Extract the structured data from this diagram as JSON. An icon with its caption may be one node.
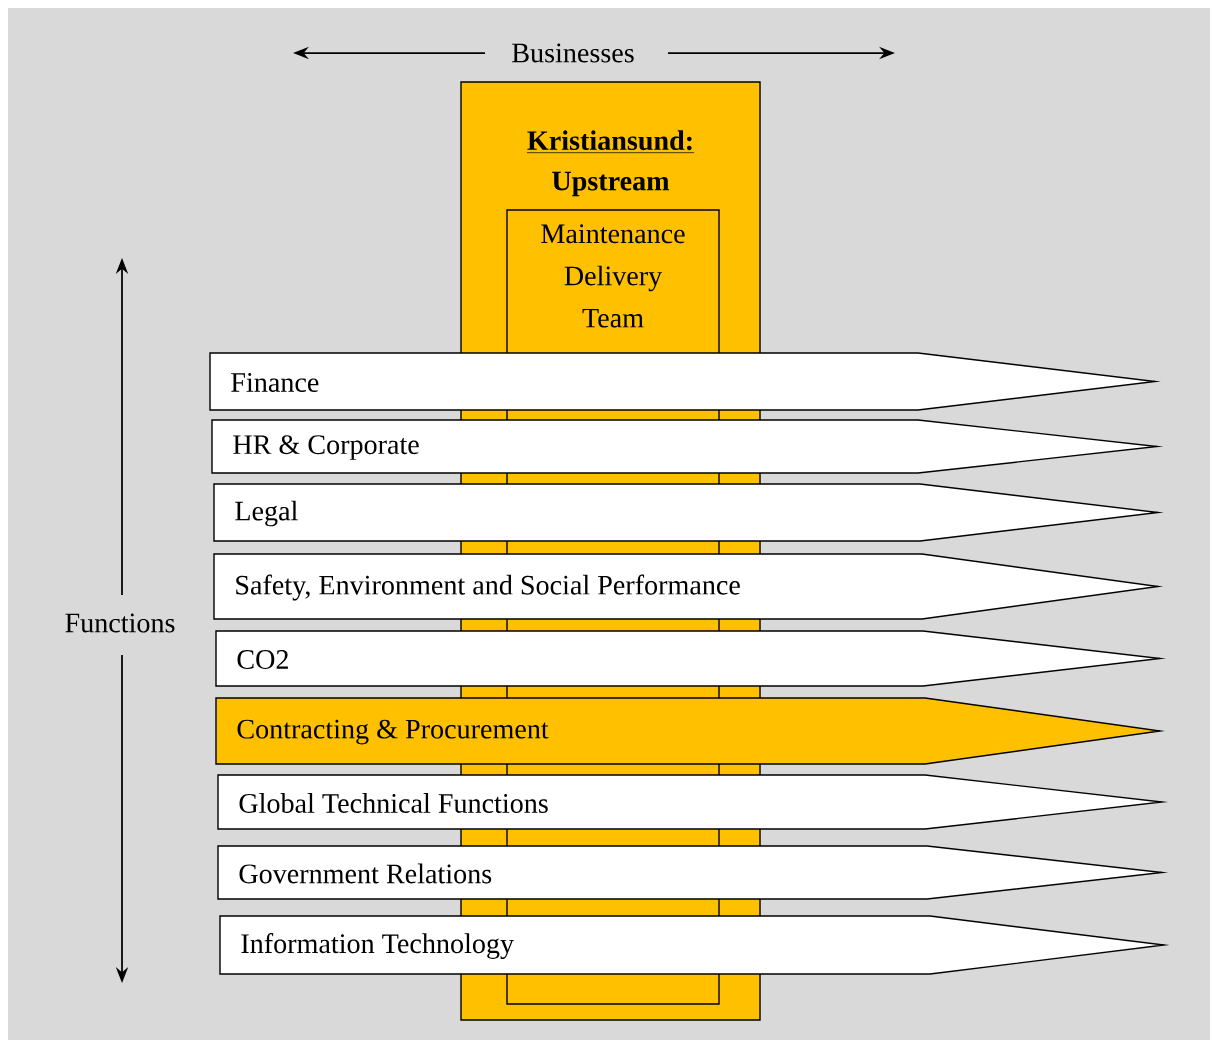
{
  "diagram": {
    "nodes": [
      {
        "text": [
          "Kristiansund:",
          "Upstream"
        ]
      },
      {
        "text": [
          "Maintenance Delivery Team"
        ],
        "in": 0
      },
      {
        "text": [
          "Finance"
        ]
      },
      {
        "text": [
          "HR & Corporate"
        ]
      },
      {
        "text": [
          "Legal"
        ]
      },
      {
        "text": [
          "Safety, Environment and Social Performance"
        ]
      },
      {
        "text": [
          "CO2"
        ]
      },
      {
        "text": [
          "Contracting & Procurement"
        ]
      },
      {
        "text": [
          "Global Technical Functions"
        ]
      },
      {
        "text": [
          "Government Relations"
        ]
      },
      {
        "text": [
          "Information Technology"
        ]
      }
    ],
    "labels": [
      "Businesses",
      "Functions"
    ]
  }
}
